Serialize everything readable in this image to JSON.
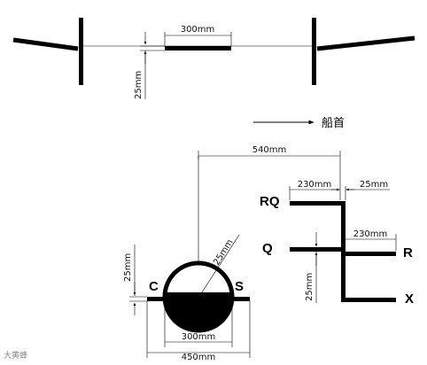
{
  "top_figure": {
    "length_label": "300mm",
    "height_label": "25mm"
  },
  "direction": {
    "bow_label": "船首"
  },
  "draft_marks": {
    "width_label": "540mm",
    "left_arm_label": "230mm",
    "gap_label": "25mm",
    "right_arm_label": "230mm",
    "vertical_gap_label": "25mm",
    "letter_rq": "RQ",
    "letter_q": "Q",
    "letter_r": "R",
    "letter_x": "X"
  },
  "load_line": {
    "side_label": "25mm",
    "ring_label": "25mm",
    "letter_c": "C",
    "letter_s": "S",
    "inner_width_label": "300mm",
    "outer_width_label": "450mm"
  },
  "watermark": {
    "text": "大黄蜂"
  }
}
